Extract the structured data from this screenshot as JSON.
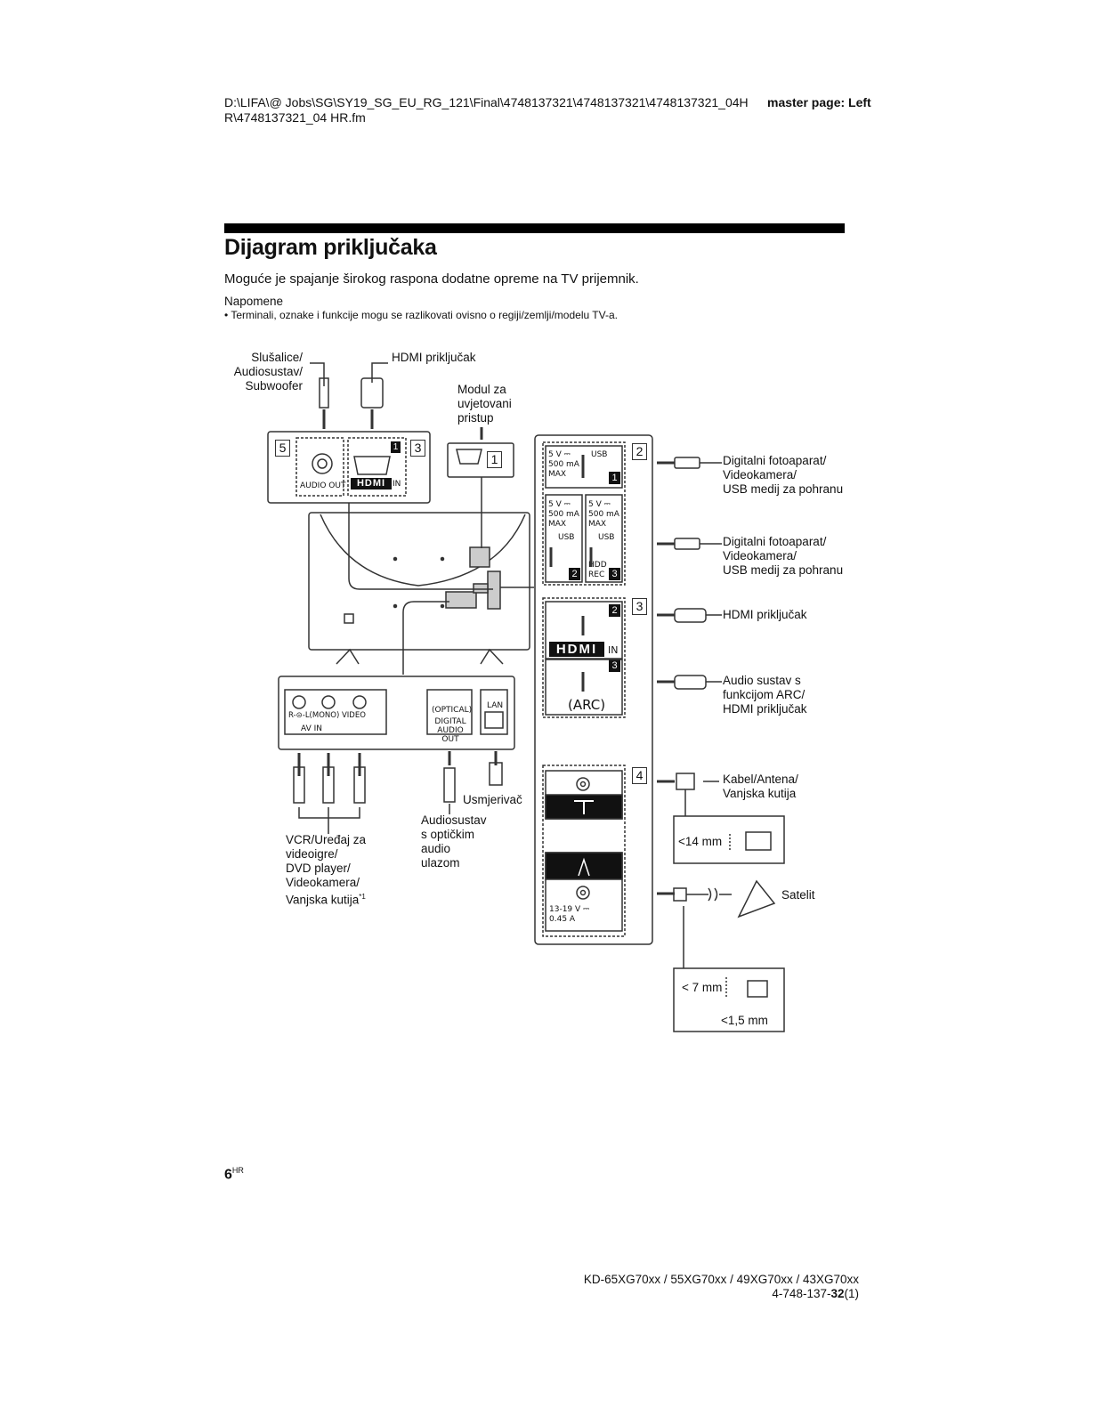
{
  "header": {
    "file_path": "D:\\LIFA\\@ Jobs\\SG\\SY19_SG_EU_RG_121\\Final\\4748137321\\4748137321\\4748137321_04HR\\4748137321_04 HR.fm",
    "master_page": "master page: Left"
  },
  "section": {
    "title": "Dijagram priključaka",
    "intro": "Moguće je spajanje širokog raspona dodatne opreme na TV prijemnik.",
    "notes_heading": "Napomene",
    "notes": [
      "Terminali, oznake i funkcije mogu se razlikovati ovisno o regiji/zemlji/modelu TV-a."
    ]
  },
  "diagram": {
    "labels": {
      "headphones": "Slušalice/\nAudiosustav/\nSubwoofer",
      "hdmi_top": "HDMI priključak",
      "cam_module": "Modul za\nuvjetovani\npristup",
      "usb_device_1": "Digitalni fotoaparat/\nVideokamera/\nUSB medij za pohranu",
      "usb_device_2": "Digitalni fotoaparat/\nVideokamera/\nUSB medij za pohranu",
      "hdmi_right": "HDMI priključak",
      "arc_device": "Audio sustav s\nfunkcijom ARC/\nHDMI priključak",
      "cable_antenna": "Kabel/Antena/\nVanjska kutija",
      "satellite": "Satelit",
      "router": "Usmjerivač",
      "optical_audio": "Audiosustav\ns optičkim\naudio\nulazom",
      "av_devices": "VCR/Uređaj za\nvideoigre/\nDVD player/\nVideokamera/\nVanjska kutija",
      "av_devices_note": "*1",
      "dim_14": "14 mm",
      "dim_7": "7 mm",
      "dim_1_5": "1,5 mm",
      "lt": "<"
    },
    "panel_text": {
      "num_1": "1",
      "num_2": "2",
      "num_3": "3",
      "num_4": "4",
      "num_5": "5",
      "audio_out": "AUDIO OUT",
      "hdmi_logo": "HDMI",
      "in": "IN",
      "usb_spec": "5 V ⎓\n500 mA\nMAX",
      "usb": "USB",
      "hdd_rec": "HDD\nREC",
      "arc": "(ARC)",
      "av_in_channels": "R-⊝-L(MONO)  VIDEO",
      "av_in": "AV IN",
      "optical": "(OPTICAL)",
      "digital_audio_out": "DIGITAL\nAUDIO OUT",
      "lan": "LAN",
      "sat_spec": "13-19 V ⎓\n0.45 A"
    }
  },
  "footer": {
    "page_number": "6",
    "page_lang": "HR",
    "models": "KD-65XG70xx / 55XG70xx / 49XG70xx / 43XG70xx",
    "doc_code_prefix": "4-748-137-",
    "doc_code_bold": "32",
    "doc_code_suffix": "(1)"
  }
}
